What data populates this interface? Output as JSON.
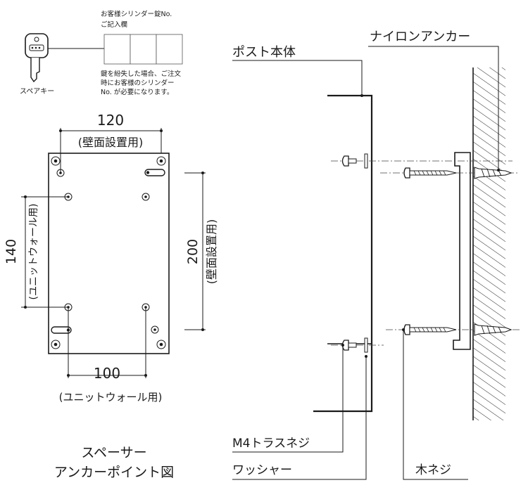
{
  "key_note": {
    "label": "お客様シリンダー錠No.",
    "sublabel": "ご記入欄",
    "lost_note_lines": [
      "鍵を紛失した場合、ご注文",
      "時にお客様のシリンダー",
      "No. が必要になります。"
    ],
    "spare_key_label": "スペアキー"
  },
  "spacer": {
    "dim_top": "120",
    "dim_top_note": "(壁面設置用)",
    "dim_left": "140",
    "dim_left_note": "(ユニットウォール用)",
    "dim_right": "200",
    "dim_right_note": "(壁面設置用)",
    "dim_bottom": "100",
    "dim_bottom_note": "(ユニットウォール用)",
    "caption_line1": "スペーサー",
    "caption_line2": "アンカーポイント図"
  },
  "side": {
    "post_body_label": "ポスト本体",
    "nylon_anchor_label": "ナイロンアンカー",
    "m4_screw_label": "M4トラスネジ",
    "washer_label": "ワッシャー",
    "wood_screw_label": "木ネジ"
  }
}
